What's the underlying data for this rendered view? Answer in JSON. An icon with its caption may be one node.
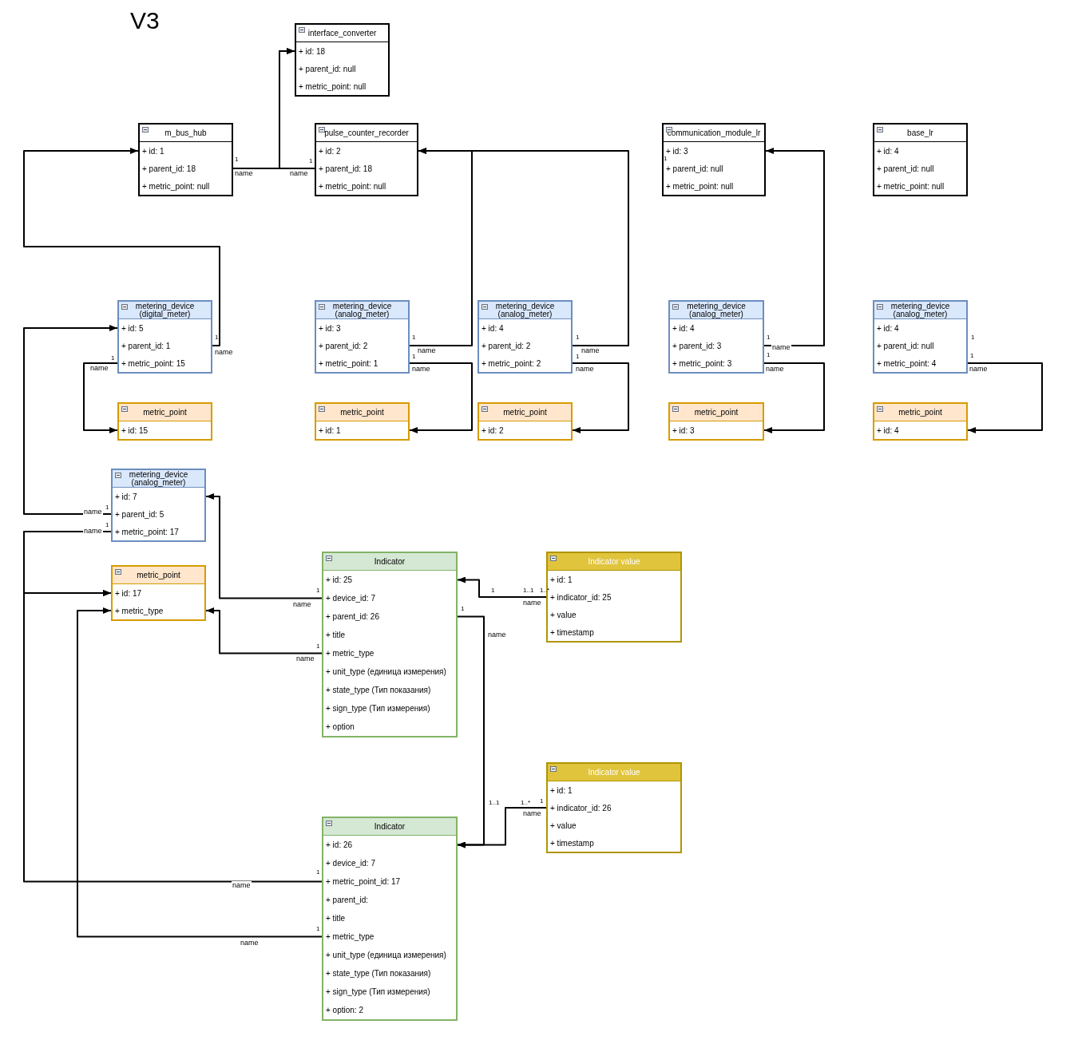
{
  "diagram": {
    "title": "V3",
    "nodes": [
      {
        "text": [
          "interface_converter",
          "+ id: 18",
          "+ parent_id: null",
          "+ metric_point: null"
        ]
      },
      {
        "text": [
          "m_bus_hub",
          "+ id: 1",
          "+ parent_id: 18",
          "+ metric_point: null"
        ]
      },
      {
        "text": [
          "pulse_counter_recorder",
          "+ id: 2",
          "+ parent_id: 18",
          "+ metric_point: null"
        ]
      },
      {
        "text": [
          "communication_module_lr",
          "+ id: 3",
          "+ parent_id: null",
          "+ metric_point: null"
        ]
      },
      {
        "text": [
          "base_lr",
          "+ id: 4",
          "+ parent_id: null",
          "+ metric_point: null"
        ]
      },
      {
        "text": [
          "metering_device (digital_meter)",
          "+ id: 5",
          "+ parent_id: 1",
          "+ metric_point: 15"
        ]
      },
      {
        "text": [
          "metric_point",
          "+ id: 15"
        ]
      },
      {
        "text": [
          "metering_device (analog_meter)",
          "+ id: 3",
          "+ parent_id: 2",
          "+ metric_point: 1"
        ]
      },
      {
        "text": [
          "metric_point",
          "+ id: 1"
        ]
      },
      {
        "text": [
          "metering_device (analog_meter)",
          "+ id: 4",
          "+ parent_id: 2",
          "+ metric_point: 2"
        ]
      },
      {
        "text": [
          "metric_point",
          "+ id: 2"
        ]
      },
      {
        "text": [
          "metering_device (analog_meter)",
          "+ id: 4",
          "+ parent_id: 3",
          "+ metric_point: 3"
        ]
      },
      {
        "text": [
          "metric_point",
          "+ id: 3"
        ]
      },
      {
        "text": [
          "metering_device (analog_meter)",
          "+ id: 4",
          "+ parent_id: null",
          "+ metric_point: 4"
        ]
      },
      {
        "text": [
          "metric_point",
          "+ id: 4"
        ]
      },
      {
        "text": [
          "metering_device (analog_meter)",
          "+ id: 7",
          "+ parent_id: 5",
          "+ metric_point: 17"
        ]
      },
      {
        "text": [
          "metric_point",
          "+ id: 17",
          "+ metric_type"
        ]
      },
      {
        "text": [
          "Indicator",
          "+ id: 25",
          "+ device_id: 7",
          "+ parent_id: 26",
          "+ title",
          "+ metric_type",
          "+ unit_type (единица измерения)",
          "+ state_type (Тип показания)",
          "+ sign_type (Тип измерения)",
          "+ option"
        ]
      },
      {
        "text": [
          "Indicator value",
          "+ id: 1",
          "+ indicator_id: 25",
          "+ value",
          "+ timestamp"
        ]
      },
      {
        "text": [
          "Indicator value",
          "+ id: 1",
          "+ indicator_id: 26",
          "+ value",
          "+ timestamp"
        ]
      },
      {
        "text": [
          "Indicator",
          "+ id: 26",
          "+ device_id: 7",
          "+ metric_point_id: 17",
          "+ parent_id:",
          "+ title",
          "+ metric_type",
          "+ unit_type (единица измерения)",
          "+ state_type (Тип показания)",
          "+ sign_type (Тип измерения)",
          "+ option: 2"
        ]
      }
    ],
    "edges": [
      {
        "from": 1,
        "to": 0,
        "arrow": "to",
        "label": "name"
      },
      {
        "from": 2,
        "to": 0,
        "arrow": "to",
        "label": "name"
      },
      {
        "from": 5,
        "to": 1,
        "arrow": "to",
        "label": "name"
      },
      {
        "from": 5,
        "to": 6,
        "arrow": "to",
        "label": "name"
      },
      {
        "from": 7,
        "to": 2,
        "arrow": "to",
        "label": "name"
      },
      {
        "from": 7,
        "to": 8,
        "arrow": "to",
        "label": "name"
      },
      {
        "from": 9,
        "to": 2,
        "arrow": "to",
        "label": "name"
      },
      {
        "from": 9,
        "to": 10,
        "arrow": "to",
        "label": "name"
      },
      {
        "from": 11,
        "to": 3,
        "arrow": "to",
        "label": "name"
      },
      {
        "from": 11,
        "to": 12,
        "arrow": "to",
        "label": "name"
      },
      {
        "from": 13,
        "to": 14,
        "arrow": "to",
        "label": "name"
      },
      {
        "from": 15,
        "to": 5,
        "arrow": "to",
        "label": "name"
      },
      {
        "from": 15,
        "to": 16,
        "arrow": "to",
        "label": "name"
      },
      {
        "from": 17,
        "to": 15,
        "arrow": "to",
        "label": "name"
      },
      {
        "from": 17,
        "to": 16,
        "arrow": "to",
        "label": "name"
      },
      {
        "from": 18,
        "to": 17,
        "arrow": "to",
        "label": "name"
      },
      {
        "from": 17,
        "to": 20,
        "arrow": "to",
        "label": "name"
      },
      {
        "from": 19,
        "to": 20,
        "arrow": "to",
        "label": "name"
      },
      {
        "from": 20,
        "to": 16,
        "arrow": "to",
        "label": "name"
      },
      {
        "from": 20,
        "to": 16,
        "arrow": "to",
        "label": "name"
      }
    ],
    "labels": [
      "1",
      "1",
      "1",
      "1",
      "1",
      "1",
      "1",
      "1",
      "1",
      "1",
      "1",
      "1",
      "1",
      "1",
      "1",
      "1",
      "1",
      "1..1",
      "1..*",
      "1",
      "1",
      "1",
      "1..1",
      "1..*",
      "1",
      "1"
    ]
  }
}
